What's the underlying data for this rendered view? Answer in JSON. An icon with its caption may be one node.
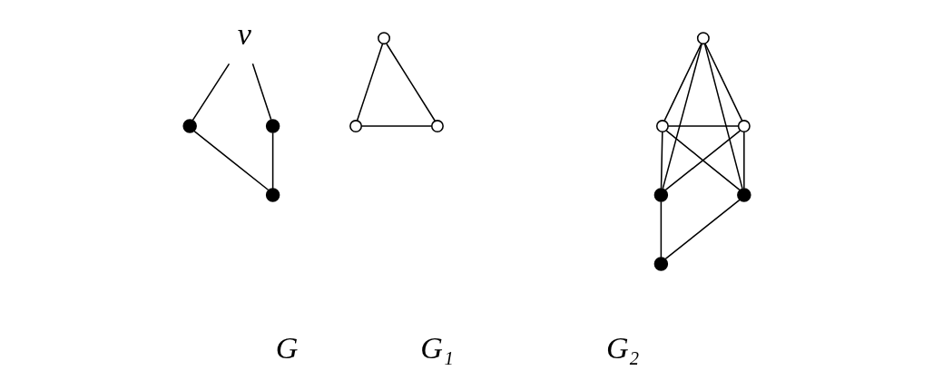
{
  "diagram": {
    "nodes": [
      {
        "text": [
          "v"
        ]
      },
      {
        "text": [],
        "shape": "dot"
      },
      {
        "text": [],
        "shape": "dot"
      },
      {
        "text": [],
        "shape": "dot"
      },
      {
        "text": [],
        "shape": "circle"
      },
      {
        "text": [],
        "shape": "circle"
      },
      {
        "text": [],
        "shape": "circle"
      },
      {
        "text": [],
        "shape": "circle"
      },
      {
        "text": [],
        "shape": "circle"
      },
      {
        "text": [],
        "shape": "circle"
      },
      {
        "text": [],
        "shape": "dot"
      },
      {
        "text": [],
        "shape": "dot"
      },
      {
        "text": [],
        "shape": "dot"
      }
    ],
    "edges": [
      {
        "from": 0,
        "to": 1,
        "arrow": "none"
      },
      {
        "from": 0,
        "to": 2,
        "arrow": "none"
      },
      {
        "from": 1,
        "to": 3,
        "arrow": "none"
      },
      {
        "from": 2,
        "to": 3,
        "arrow": "none"
      },
      {
        "from": 4,
        "to": 5,
        "arrow": "none"
      },
      {
        "from": 4,
        "to": 6,
        "arrow": "none"
      },
      {
        "from": 5,
        "to": 6,
        "arrow": "none"
      },
      {
        "from": 7,
        "to": 8,
        "arrow": "none"
      },
      {
        "from": 7,
        "to": 9,
        "arrow": "none"
      },
      {
        "from": 7,
        "to": 10,
        "arrow": "none"
      },
      {
        "from": 7,
        "to": 11,
        "arrow": "none"
      },
      {
        "from": 8,
        "to": 9,
        "arrow": "none"
      },
      {
        "from": 8,
        "to": 10,
        "arrow": "none"
      },
      {
        "from": 8,
        "to": 11,
        "arrow": "none"
      },
      {
        "from": 9,
        "to": 10,
        "arrow": "none"
      },
      {
        "from": 9,
        "to": 11,
        "arrow": "none"
      },
      {
        "from": 10,
        "to": 12,
        "arrow": "none"
      },
      {
        "from": 11,
        "to": 12,
        "arrow": "none"
      }
    ],
    "labels": [
      "G",
      "G₁",
      "G₂"
    ]
  }
}
